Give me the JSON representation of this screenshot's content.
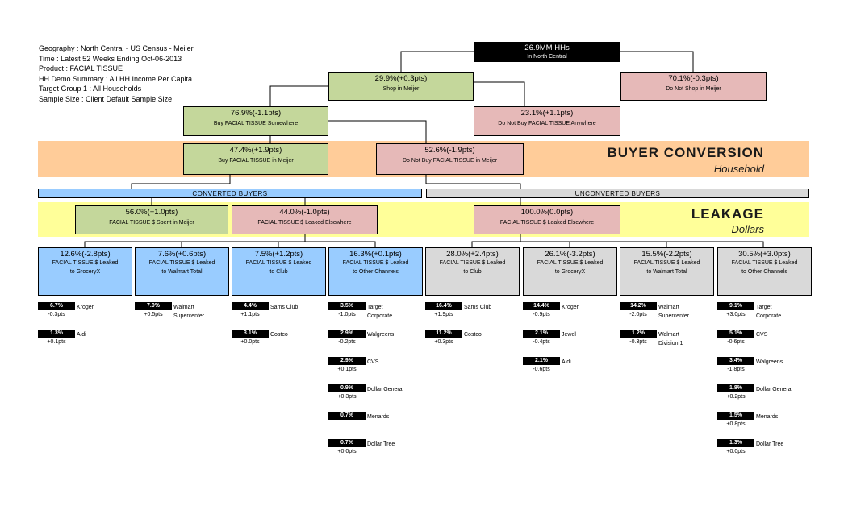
{
  "info": [
    "Geography : North Central - US Census - Meijer",
    "Time : Latest 52 Weeks Ending Oct-06-2013",
    "Product : FACIAL TISSUE",
    "HH Demo Summary : All HH Income Per Capita",
    "Target Group 1 : All Households",
    "Sample Size : Client Default Sample Size"
  ],
  "colors": {
    "green": "#C4D79B",
    "pink": "#E6B9B8",
    "blue": "#99CCFF",
    "gray": "#D9D9D9",
    "orange_band": "#FFCC99",
    "yellow_band": "#FFFF99"
  },
  "bands": {
    "conversion_title": "BUYER CONVERSION",
    "conversion_sub": "Household",
    "leakage_title": "LEAKAGE",
    "leakage_sub": "Dollars"
  },
  "bars": {
    "converted": "CONVERTED BUYERS",
    "unconverted": "UNCONVERTED BUYERS"
  },
  "tree": {
    "root": {
      "value": "26.9MM HHs",
      "label": "In North Central"
    },
    "shop": {
      "value": "29.9%(+0.3pts)",
      "label": "Shop in Meijer"
    },
    "no_shop": {
      "value": "70.1%(-0.3pts)",
      "label": "Do Not Shop in Meijer"
    },
    "buy_anywhere": {
      "value": "76.9%(-1.1pts)",
      "label": "Buy FACIAL TISSUE Somewhere"
    },
    "no_buy_anywhere": {
      "value": "23.1%(+1.1pts)",
      "label": "Do Not Buy FACIAL TISSUE Anywhere"
    },
    "buy_meijer": {
      "value": "47.4%(+1.9pts)",
      "label": "Buy FACIAL TISSUE in Meijer"
    },
    "no_buy_meijer": {
      "value": "52.6%(-1.9pts)",
      "label": "Do Not Buy FACIAL TISSUE in Meijer"
    },
    "spent_meijer": {
      "value": "56.0%(+1.0pts)",
      "label": "FACIAL TISSUE $ Spent in Meijer"
    },
    "leaked_conv": {
      "value": "44.0%(-1.0pts)",
      "label": "FACIAL TISSUE $ Leaked Elsewhere"
    },
    "leaked_unconv": {
      "value": "100.0%(0.0pts)",
      "label": "FACIAL TISSUE $ Leaked Elsewhere"
    }
  },
  "groups": [
    {
      "value": "12.6%(-2.8pts)",
      "label": "FACIAL TISSUE $ Leaked\nto GroceryX",
      "items": [
        {
          "pct": "6.7%",
          "pts": "-0.3pts",
          "name": "Kroger"
        },
        {
          "pct": "1.3%",
          "pts": "+0.1pts",
          "name": "Aldi"
        }
      ]
    },
    {
      "value": "7.6%(+0.6pts)",
      "label": "FACIAL TISSUE $ Leaked\nto Walmart Total",
      "items": [
        {
          "pct": "7.0%",
          "pts": "+0.5pts",
          "name": "Walmart\nSupercenter"
        }
      ]
    },
    {
      "value": "7.5%(+1.2pts)",
      "label": "FACIAL TISSUE $ Leaked\nto Club",
      "items": [
        {
          "pct": "4.4%",
          "pts": "+1.1pts",
          "name": "Sams Club"
        },
        {
          "pct": "3.1%",
          "pts": "+0.0pts",
          "name": "Costco"
        }
      ]
    },
    {
      "value": "16.3%(+0.1pts)",
      "label": "FACIAL TISSUE $ Leaked\nto Other Channels",
      "items": [
        {
          "pct": "3.5%",
          "pts": "-1.0pts",
          "name": "Target\nCorporate"
        },
        {
          "pct": "2.9%",
          "pts": "-0.2pts",
          "name": "Walgreens"
        },
        {
          "pct": "2.9%",
          "pts": "+0.1pts",
          "name": "CVS"
        },
        {
          "pct": "0.9%",
          "pts": "+0.3pts",
          "name": "Dollar General"
        },
        {
          "pct": "0.7%",
          "pts": "",
          "name": "Menards"
        },
        {
          "pct": "0.7%",
          "pts": "+0.0pts",
          "name": "Dollar Tree"
        }
      ]
    },
    {
      "value": "28.0%(+2.4pts)",
      "label": "FACIAL TISSUE $ Leaked\nto Club",
      "items": [
        {
          "pct": "16.4%",
          "pts": "+1.9pts",
          "name": "Sams Club"
        },
        {
          "pct": "11.2%",
          "pts": "+0.3pts",
          "name": "Costco"
        }
      ]
    },
    {
      "value": "26.1%(-3.2pts)",
      "label": "FACIAL TISSUE $ Leaked\nto GroceryX",
      "items": [
        {
          "pct": "14.4%",
          "pts": "-0.9pts",
          "name": "Kroger"
        },
        {
          "pct": "2.1%",
          "pts": "-0.4pts",
          "name": "Jewel"
        },
        {
          "pct": "2.1%",
          "pts": "-0.6pts",
          "name": "Aldi"
        }
      ]
    },
    {
      "value": "15.5%(-2.2pts)",
      "label": "FACIAL TISSUE $ Leaked\nto Walmart Total",
      "items": [
        {
          "pct": "14.2%",
          "pts": "-2.0pts",
          "name": "Walmart\nSupercenter"
        },
        {
          "pct": "1.2%",
          "pts": "-0.3pts",
          "name": "Walmart\nDivision 1"
        }
      ]
    },
    {
      "value": "30.5%(+3.0pts)",
      "label": "FACIAL TISSUE $ Leaked\nto Other Channels",
      "items": [
        {
          "pct": "9.1%",
          "pts": "+3.0pts",
          "name": "Target\nCorporate"
        },
        {
          "pct": "5.1%",
          "pts": "-0.6pts",
          "name": "CVS"
        },
        {
          "pct": "3.4%",
          "pts": "-1.8pts",
          "name": "Walgreens"
        },
        {
          "pct": "1.8%",
          "pts": "+0.2pts",
          "name": "Dollar General"
        },
        {
          "pct": "1.5%",
          "pts": "+0.8pts",
          "name": "Menards"
        },
        {
          "pct": "1.3%",
          "pts": "+0.0pts",
          "name": "Dollar Tree"
        }
      ]
    }
  ]
}
